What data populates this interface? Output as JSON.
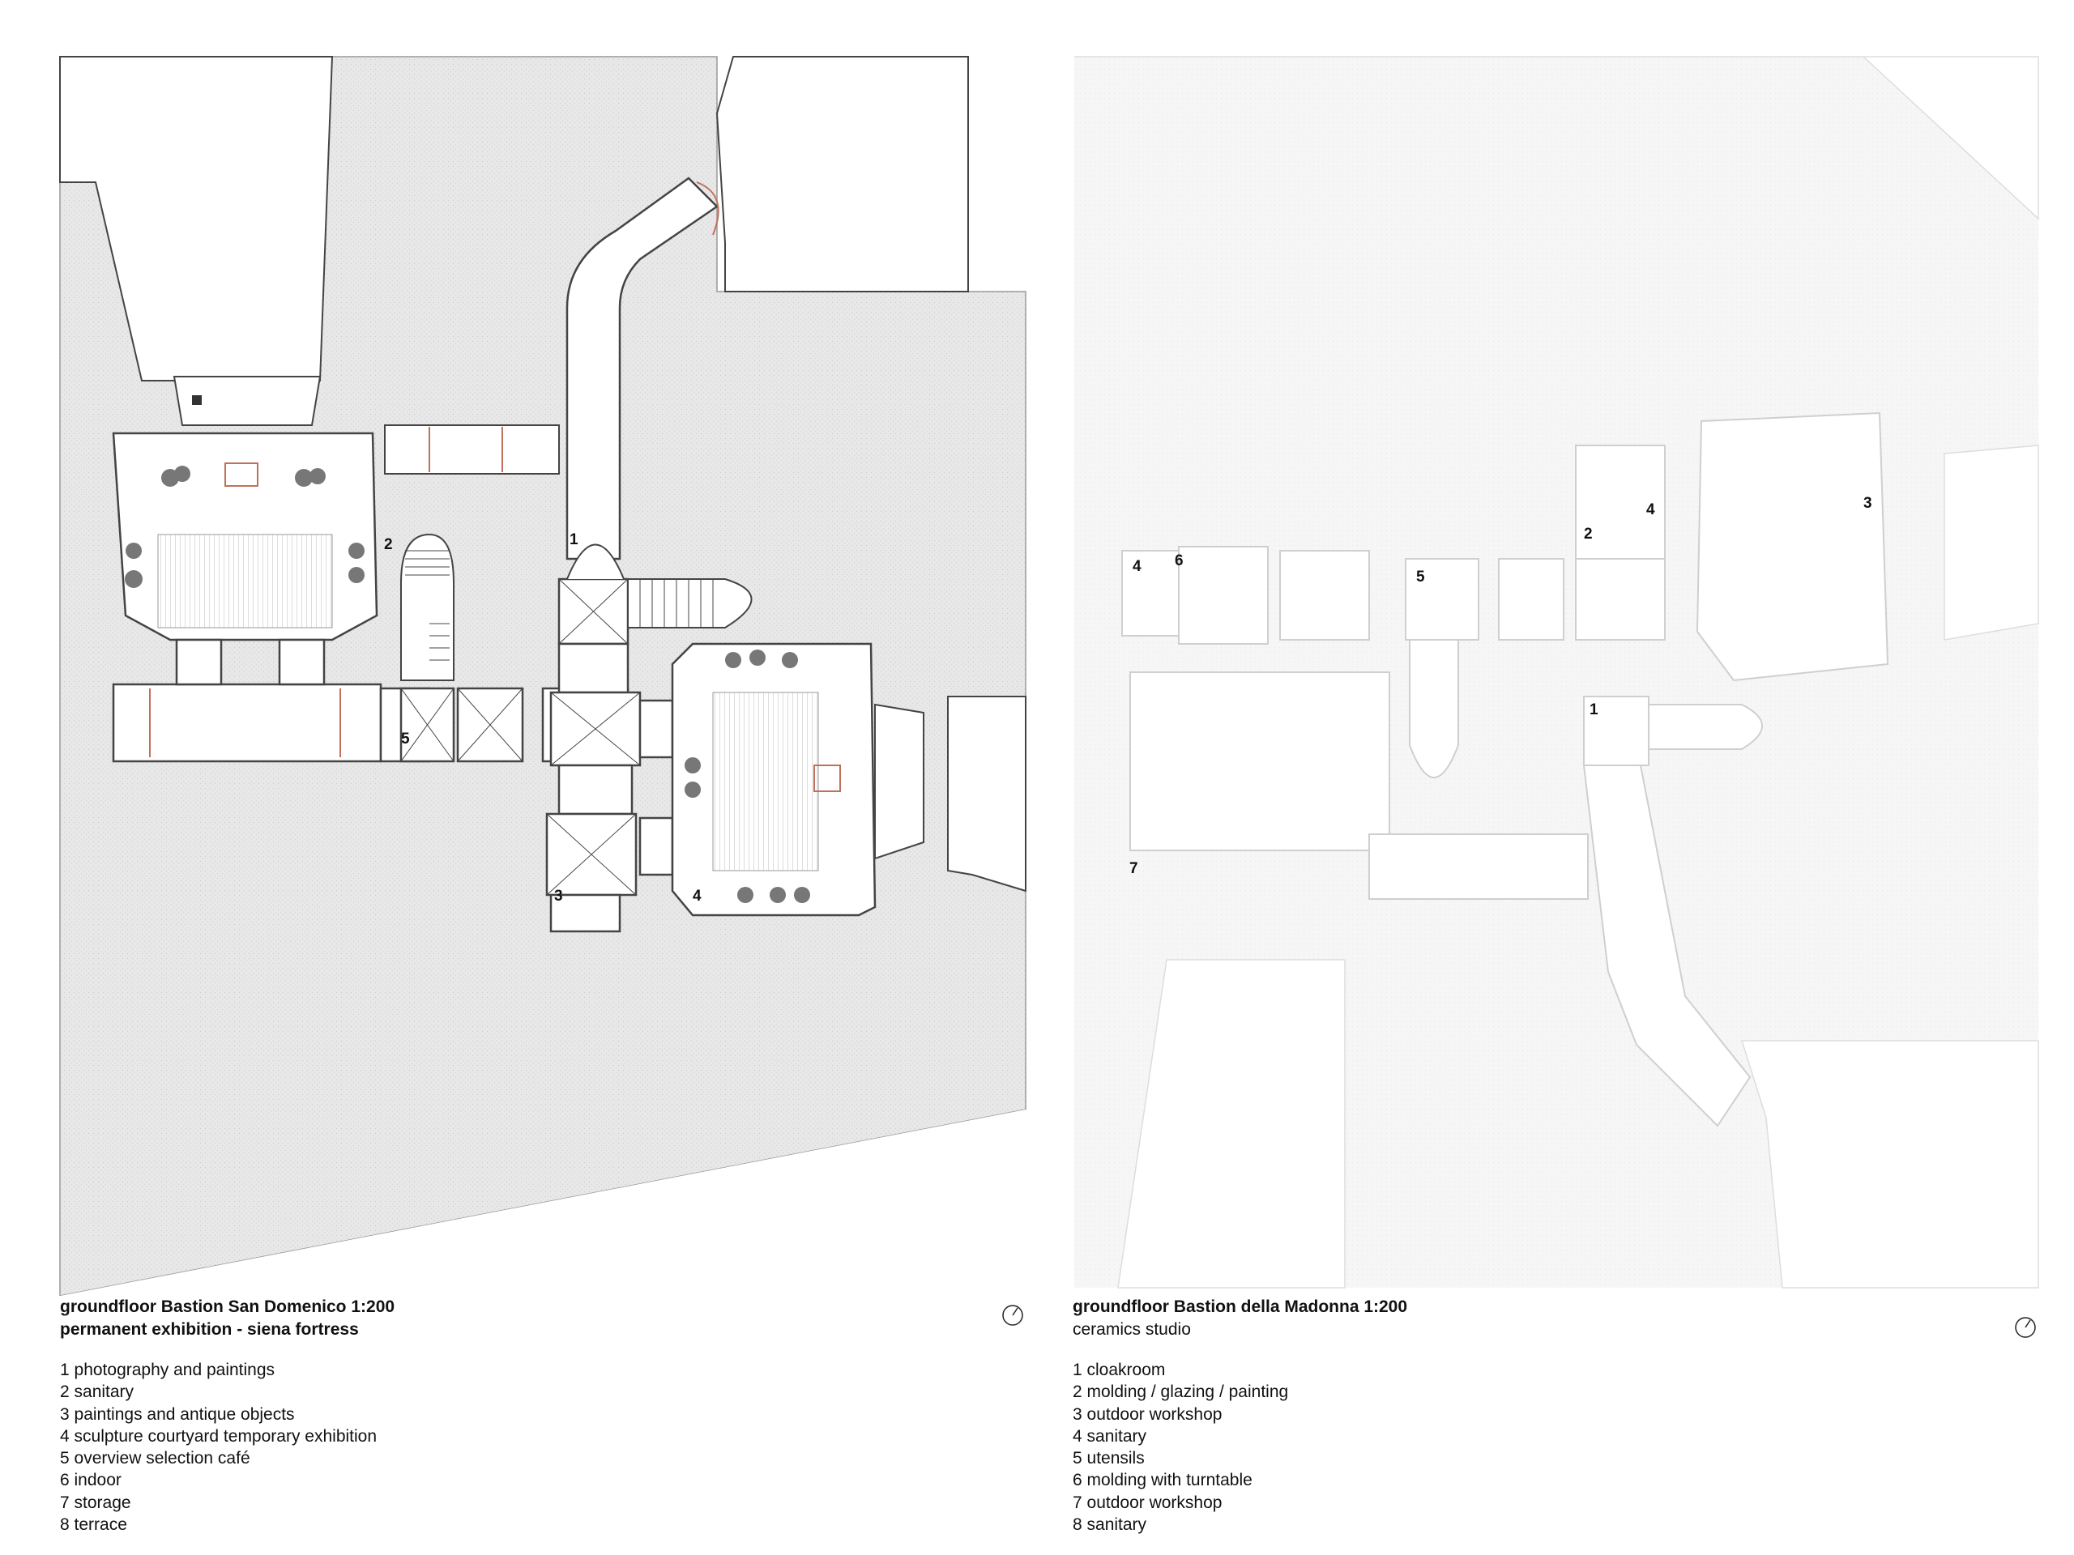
{
  "left_plan": {
    "title": "groundfloor Bastion San Domenico 1:200",
    "subtitle": "permanent exhibition - siena fortress",
    "legend": [
      "1 photography and paintings",
      "2 sanitary",
      "3 paintings and antique objects",
      "4 sculpture courtyard temporary exhibition",
      "5 overview selection café",
      "6 indoor",
      "7 storage",
      "8 terrace"
    ],
    "labels": [
      "1",
      "2",
      "3",
      "4",
      "5"
    ]
  },
  "right_plan": {
    "title": "groundfloor Bastion della Madonna 1:200",
    "subtitle": "ceramics studio",
    "legend": [
      "1 cloakroom",
      "2 molding / glazing /   painting",
      "3 outdoor workshop",
      "4 sanitary",
      "5 utensils",
      "6 molding with turntable",
      "7 outdoor workshop",
      "8 sanitary"
    ],
    "labels": [
      "1",
      "2",
      "3",
      "4",
      "4",
      "5",
      "6",
      "7"
    ]
  },
  "colors": {
    "ground_left": "#e9e9e9",
    "ground_right": "#f5f5f5",
    "wall": "#444444",
    "accent": "#c0705a"
  },
  "icons": [
    "north-arrow-icon",
    "tree-icon",
    "stair-icon"
  ]
}
